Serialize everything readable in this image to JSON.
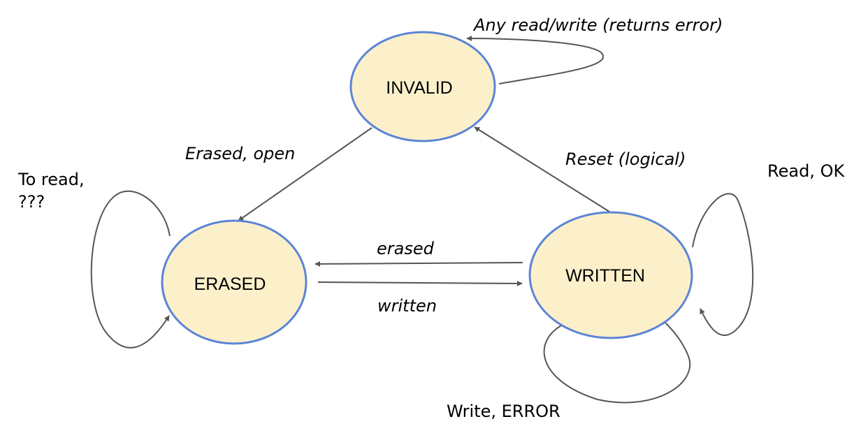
{
  "states": {
    "invalid": "INVALID",
    "erased": "ERASED",
    "written": "WRITTEN"
  },
  "transitions": {
    "invalid_self": "Any read/write (returns error)",
    "invalid_to_erased": "Erased, open",
    "written_to_invalid": "Reset (logical)",
    "written_to_erased": "erased",
    "erased_to_written": "written",
    "erased_self_line1": "To read,",
    "erased_self_line2": "???",
    "written_self_read": "Read, OK",
    "written_self_write": "Write, ERROR"
  },
  "colors": {
    "state_fill": "#fcf0cb",
    "state_stroke": "#5b85d6",
    "edge": "#555555"
  }
}
